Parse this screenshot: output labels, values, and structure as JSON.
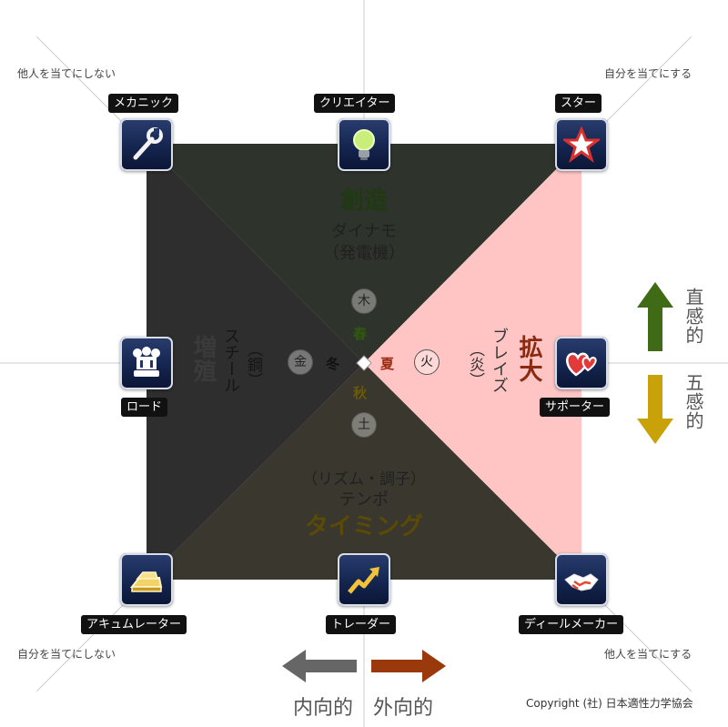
{
  "corners": {
    "top_left_note": "他人を当てにしない",
    "top_right_note": "自分を当てにする",
    "bottom_left_note": "自分を当てにしない",
    "bottom_right_note": "他人を当てにする"
  },
  "badges": {
    "mechanic": "メカニック",
    "creator": "クリエイター",
    "star": "スター",
    "lord": "ロード",
    "supporter": "サポーター",
    "accumulator": "アキュムレーター",
    "trader": "トレーダー",
    "dealmaker": "ディールメーカー"
  },
  "icons": {
    "mechanic": "wrench-icon",
    "creator": "lightbulb-icon",
    "star": "star-icon",
    "lord": "chess-crown-icon",
    "supporter": "hearts-icon",
    "accumulator": "gold-bar-icon",
    "trader": "trend-arrow-icon",
    "dealmaker": "handshake-icon"
  },
  "top": {
    "title": "創造",
    "sub": "ダイナモ",
    "sub2": "（発電機）"
  },
  "bottom": {
    "sub2": "（リズム・調子）",
    "sub": "テンポ",
    "title": "タイミング"
  },
  "right": {
    "title": "拡大",
    "sub": "ブレイズ",
    "sub2": "（炎）"
  },
  "left": {
    "title": "増殖",
    "sub": "スチール",
    "sub2": "（鋼）"
  },
  "center": {
    "wood": "木",
    "spring": "春",
    "summer": "夏",
    "fire": "火",
    "autumn": "秋",
    "earth": "土",
    "winter": "冬",
    "metal": "金"
  },
  "right_legend": {
    "up_label": "直感的",
    "down_label": "五感的",
    "up_color": "#3f6b17",
    "down_color": "#c9a20a"
  },
  "bottom_legend": {
    "left_label": "内向的",
    "right_label": "外向的",
    "left_color": "#666666",
    "right_color": "#9a3a0c"
  },
  "colors": {
    "top_title": "#1f3a10",
    "bottom_title": "#5a4a05",
    "right_title": "#8a2a10",
    "left_title": "#3a3a3a"
  },
  "copyright": "Copyright (社) 日本適性力学協会"
}
